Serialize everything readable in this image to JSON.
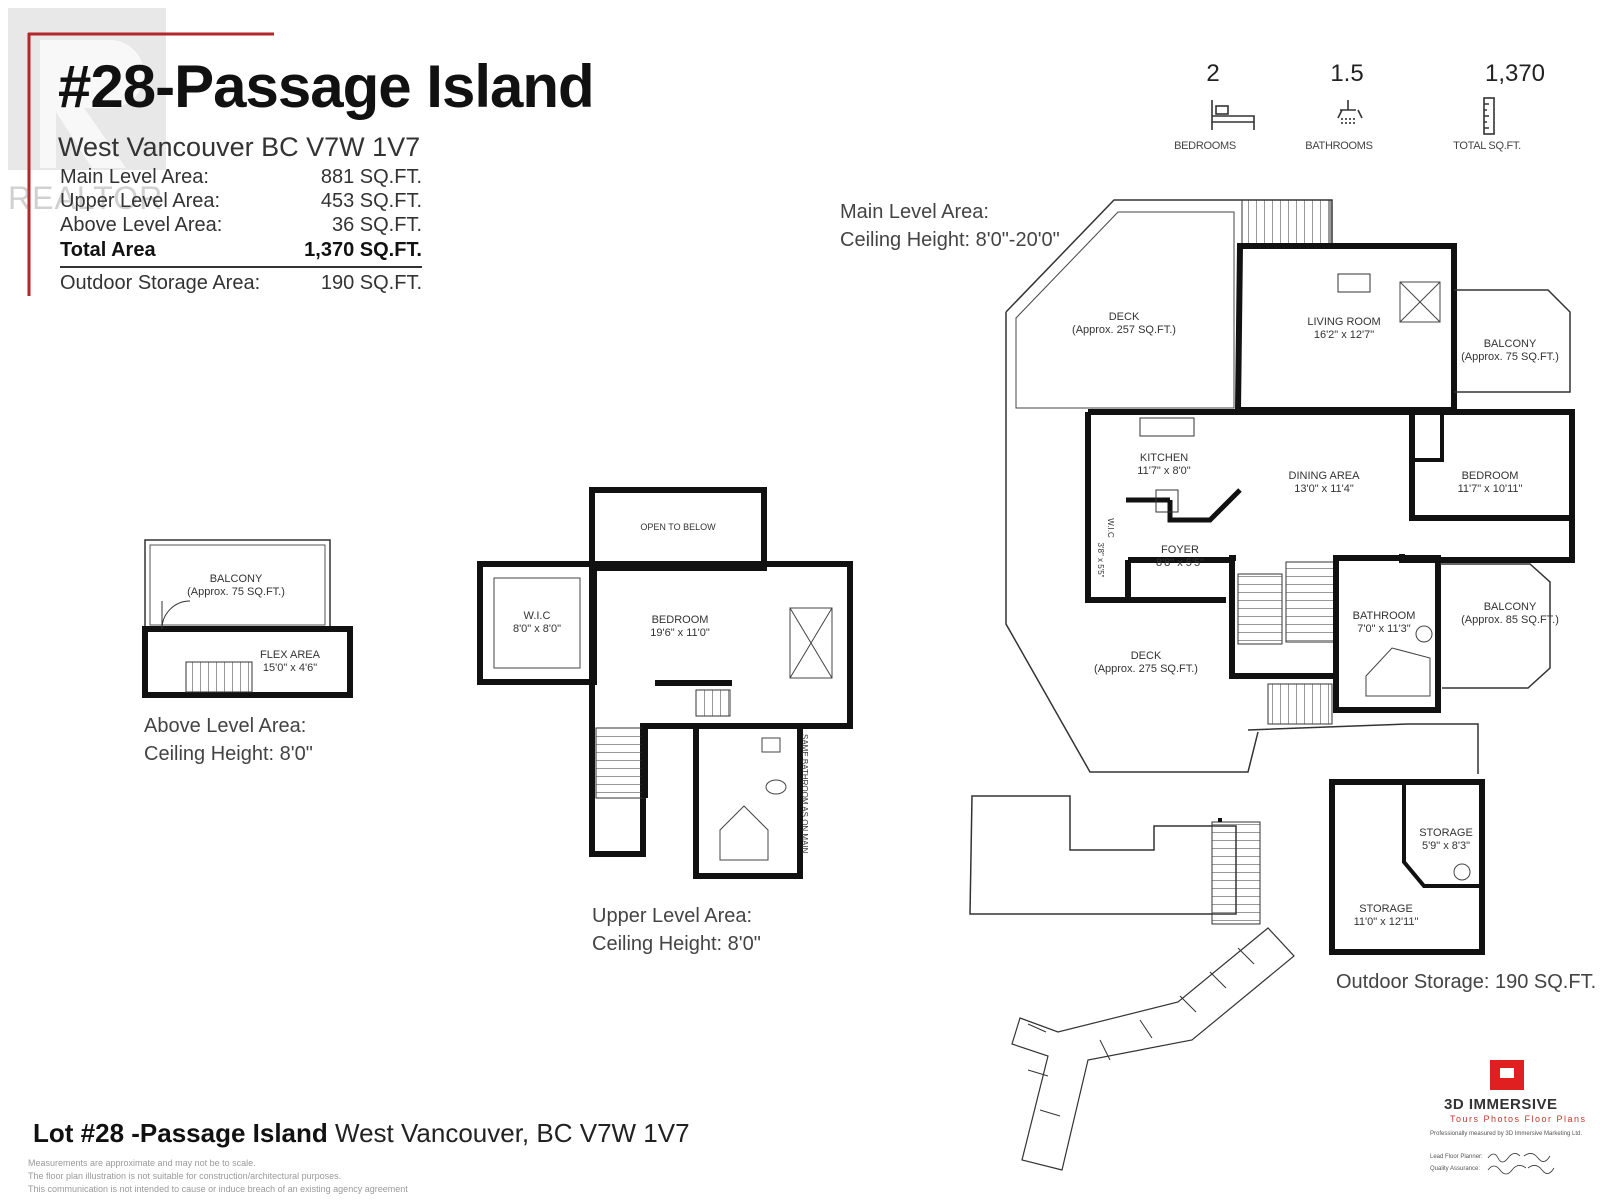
{
  "header": {
    "title": "#28-Passage Island",
    "address": "West Vancouver BC V7W 1V7",
    "watermark": "REALTOR"
  },
  "areas": [
    {
      "label": "Main Level Area:",
      "value": "881 SQ.FT."
    },
    {
      "label": "Upper Level Area:",
      "value": "453 SQ.FT."
    },
    {
      "label": "Above Level Area:",
      "value": "36 SQ.FT."
    },
    {
      "label": "Total Area",
      "value": "1,370 SQ.FT."
    },
    {
      "label": "Outdoor Storage Area:",
      "value": "190 SQ.FT."
    }
  ],
  "stats": [
    {
      "value": "2",
      "label": "BEDROOMS",
      "icon": "bed-icon"
    },
    {
      "value": "1.5",
      "label": "BATHROOMS",
      "icon": "shower-icon"
    },
    {
      "value": "1,370",
      "label": "TOTAL SQ.FT.",
      "icon": "ruler-icon"
    }
  ],
  "levels": {
    "main": {
      "line1": "Main Level Area:",
      "line2": "Ceiling Height: 8'0\"-20'0\""
    },
    "above": {
      "line1": "Above Level Area:",
      "line2": "Ceiling Height: 8'0\""
    },
    "upper": {
      "line1": "Upper Level Area:",
      "line2": "Ceiling Height: 8'0\""
    },
    "outdoor": "Outdoor Storage: 190 SQ.FT."
  },
  "rooms": {
    "above_balcony": {
      "name": "BALCONY",
      "size": "(Approx. 75 SQ.FT.)"
    },
    "flex_area": {
      "name": "FLEX AREA",
      "size": "15'0\" x 4'6\""
    },
    "open_to_below": {
      "name": "OPEN TO BELOW"
    },
    "wic_upper": {
      "name": "W.I.C",
      "size": "8'0\" x 8'0\""
    },
    "bedroom_upper": {
      "name": "BEDROOM",
      "size": "19'6\" x 11'0\""
    },
    "same_bath_note": {
      "name": "SAME BATHROOM AS ON MAIN"
    },
    "deck_north": {
      "name": "DECK",
      "size": "(Approx. 257 SQ.FT.)"
    },
    "living_room": {
      "name": "LIVING ROOM",
      "size": "16'2\" x 12'7\""
    },
    "balcony_east": {
      "name": "BALCONY",
      "size": "(Approx. 75 SQ.FT.)"
    },
    "kitchen": {
      "name": "KITCHEN",
      "size": "11'7\" x 8'0\""
    },
    "dining_area": {
      "name": "DINING AREA",
      "size": "13'0\" x 11'4\""
    },
    "bedroom_main": {
      "name": "BEDROOM",
      "size": "11'7\" x 10'11\""
    },
    "wic_main": {
      "name": "W.I.C",
      "size": "3'8\" x 5'5\""
    },
    "foyer": {
      "name": "FOYER",
      "size": "8'8\" x 5'5\""
    },
    "bathroom": {
      "name": "BATHROOM",
      "size": "7'0\" x 11'3\""
    },
    "balcony_south": {
      "name": "BALCONY",
      "size": "(Approx. 85 SQ.FT.)"
    },
    "deck_south": {
      "name": "DECK",
      "size": "(Approx. 275 SQ.FT.)"
    },
    "storage_small": {
      "name": "STORAGE",
      "size": "5'9\" x 8'3\""
    },
    "storage_large": {
      "name": "STORAGE",
      "size": "11'0\" x 12'11\""
    }
  },
  "footer": {
    "title_bold": "Lot #28 -Passage Island",
    "title_rest": " West Vancouver, BC V7W 1V7",
    "disclaimer": [
      "Measurements are approximate and may not be to scale.",
      "The floor plan illustration is not suitable for construction/architectural purposes.",
      "This communication is not intended to cause or induce breach of an existing agency agreement"
    ]
  },
  "brand": {
    "name": "3D IMMERSIVE",
    "tagline": "Tours  Photos  Floor Plans",
    "credit": "Professionally measured by 3D Immersive Marketing Ltd.",
    "lead_planner_label": "Lead Floor Planner:",
    "quality_label": "Quality Assurance:",
    "accent_color": "#e02020"
  },
  "colors": {
    "wall": "#111111",
    "thin_line": "#333333",
    "watermark_red": "#b3262a"
  }
}
